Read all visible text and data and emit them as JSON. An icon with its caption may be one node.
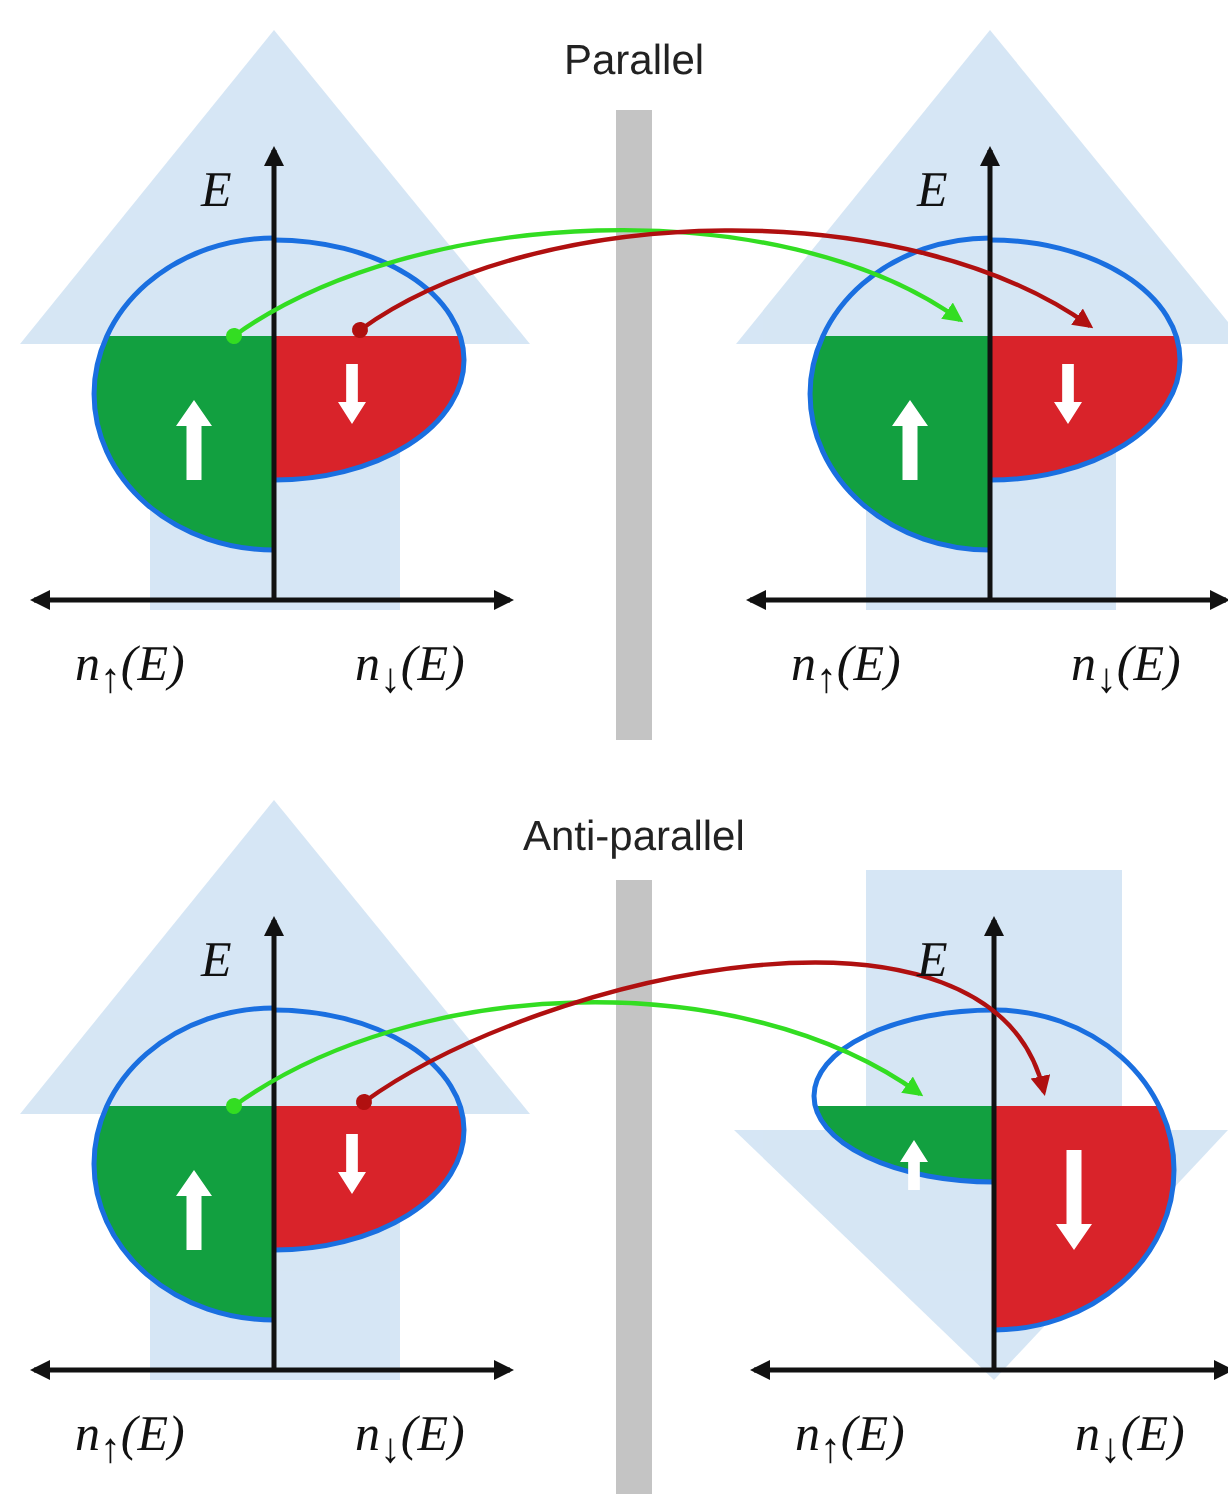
{
  "diagram": {
    "nodes": [
      {
        "text": [],
        "shape": "ellipse"
      },
      {
        "text": [],
        "shape": "ellipse"
      },
      {
        "text": [],
        "shape": "ellipse"
      },
      {
        "text": [],
        "shape": "ellipse"
      },
      {
        "text": [],
        "shape": "ellipse"
      },
      {
        "text": [],
        "shape": "ellipse"
      },
      {
        "text": [],
        "shape": "ellipse"
      },
      {
        "text": [],
        "shape": "ellipse"
      }
    ],
    "edges": [
      {
        "from": 0,
        "to": 2,
        "arrow": "to",
        "color": "#33dd22"
      },
      {
        "from": 1,
        "to": 3,
        "arrow": "to",
        "color": "#b01010"
      },
      {
        "from": 4,
        "to": 6,
        "arrow": "to",
        "color": "#33dd22"
      },
      {
        "from": 5,
        "to": 7,
        "arrow": "to",
        "color": "#b01010"
      }
    ],
    "labels": [
      "Parallel",
      "E",
      "E",
      "n$_{↑}$(E)",
      "n$_{↓}$(E)",
      "n$_{↑}$(E)",
      "n$_{↓}$(E)",
      "Anti-parallel",
      "E",
      "E",
      "n$_{↑}$(E)",
      "n$_{↓}$(E)",
      "n$_{↑}$(E)",
      "n$_{↓}$(E)"
    ]
  }
}
